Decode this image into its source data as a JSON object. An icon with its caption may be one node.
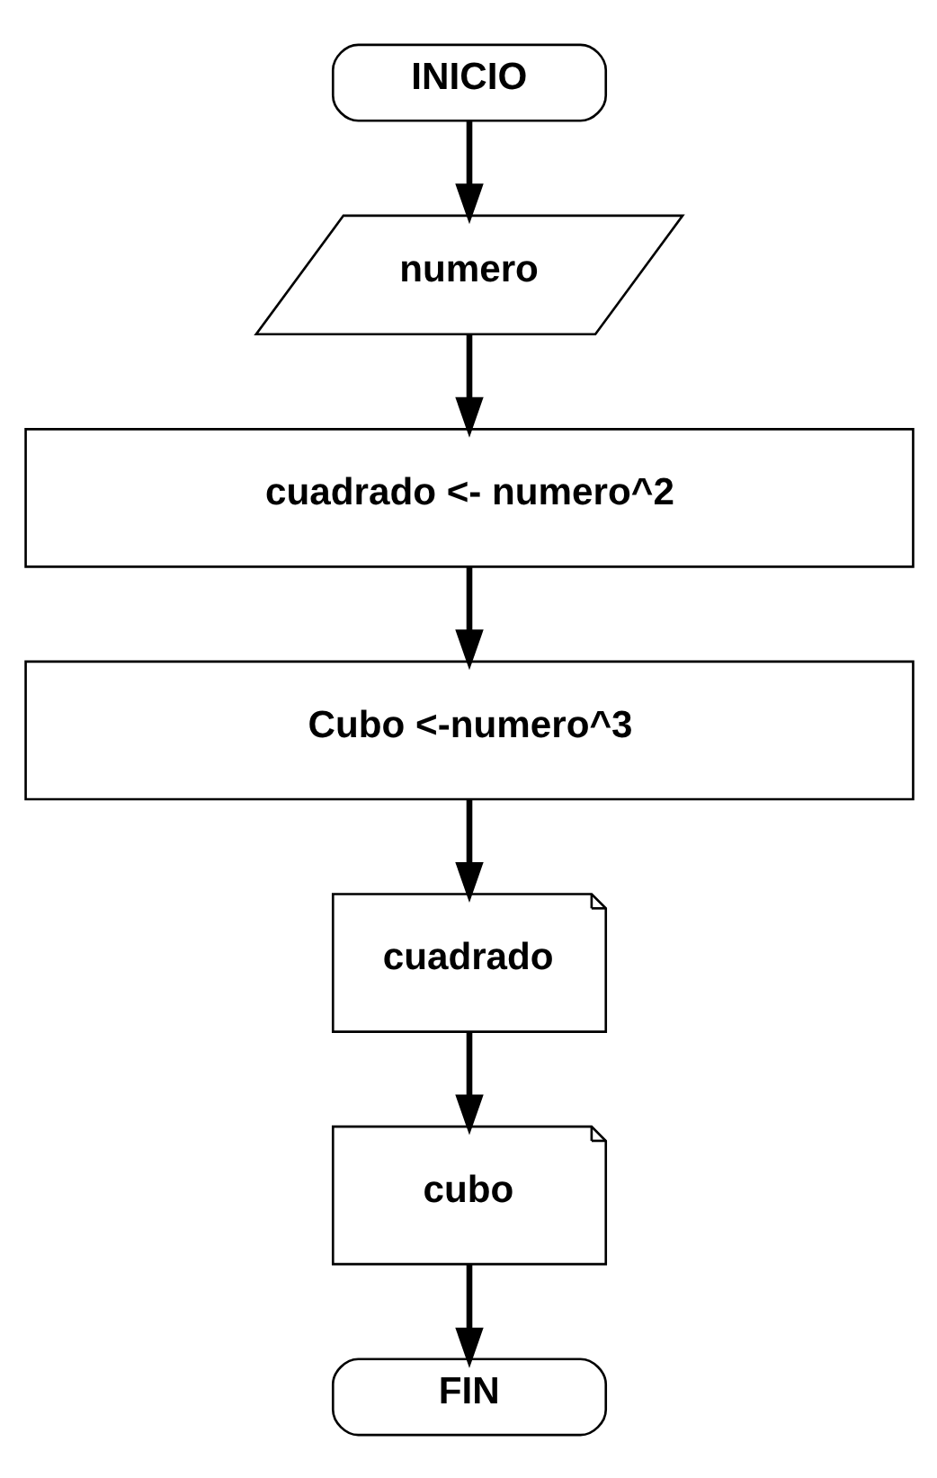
{
  "diagram": {
    "nodes": [
      {
        "text": [
          "INICIO"
        ]
      },
      {
        "text": [
          "numero"
        ]
      },
      {
        "text": [
          "cuadrado <- numero^2"
        ]
      },
      {
        "text": [
          "Cubo <-numero^3"
        ]
      },
      {
        "text": [
          "cuadrado"
        ]
      },
      {
        "text": [
          "cubo"
        ]
      },
      {
        "text": [
          "FIN"
        ]
      }
    ],
    "edges": [
      {
        "from": 0,
        "to": 1,
        "arrow": "to"
      },
      {
        "from": 1,
        "to": 2,
        "arrow": "to"
      },
      {
        "from": 2,
        "to": 3,
        "arrow": "to"
      },
      {
        "from": 3,
        "to": 4,
        "arrow": "to"
      },
      {
        "from": 4,
        "to": 5,
        "arrow": "to"
      },
      {
        "from": 5,
        "to": 6,
        "arrow": "to"
      }
    ]
  }
}
